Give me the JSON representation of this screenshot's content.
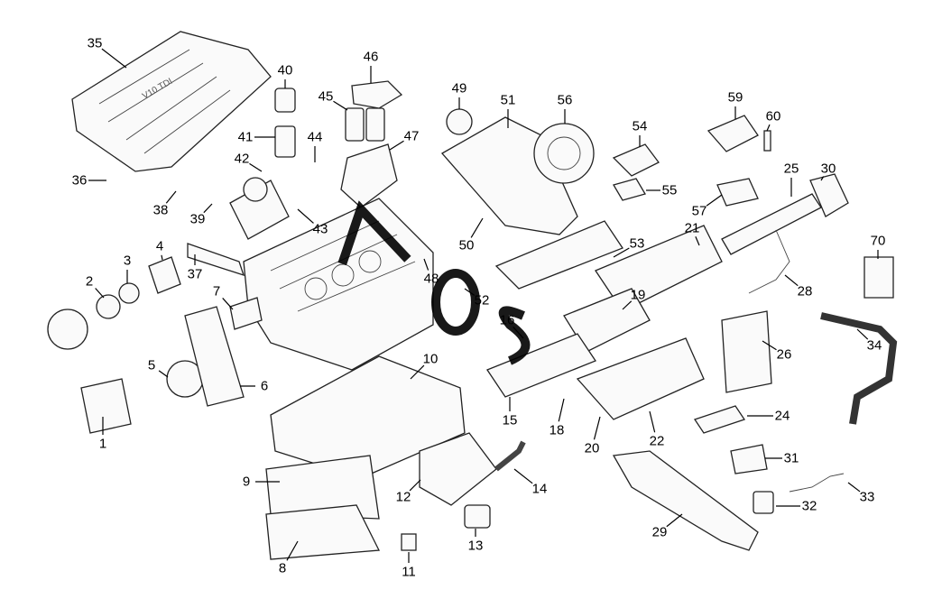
{
  "diagram": {
    "type": "exploded-parts-diagram",
    "callouts": [
      "35",
      "40",
      "46",
      "49",
      "51",
      "56",
      "59",
      "60",
      "45",
      "47",
      "41",
      "44",
      "54",
      "36",
      "42",
      "25",
      "30",
      "55",
      "57",
      "38",
      "39",
      "43",
      "50",
      "21",
      "53",
      "4",
      "70",
      "37",
      "3",
      "2",
      "48",
      "52",
      "28",
      "7",
      "19",
      "16",
      "34",
      "26",
      "10",
      "5",
      "6",
      "15",
      "18",
      "24",
      "1",
      "20",
      "22",
      "31",
      "9",
      "14",
      "12",
      "33",
      "32",
      "29",
      "13",
      "8",
      "11"
    ],
    "cover_text": "V10 TDI",
    "watermark_text": "AOS"
  }
}
